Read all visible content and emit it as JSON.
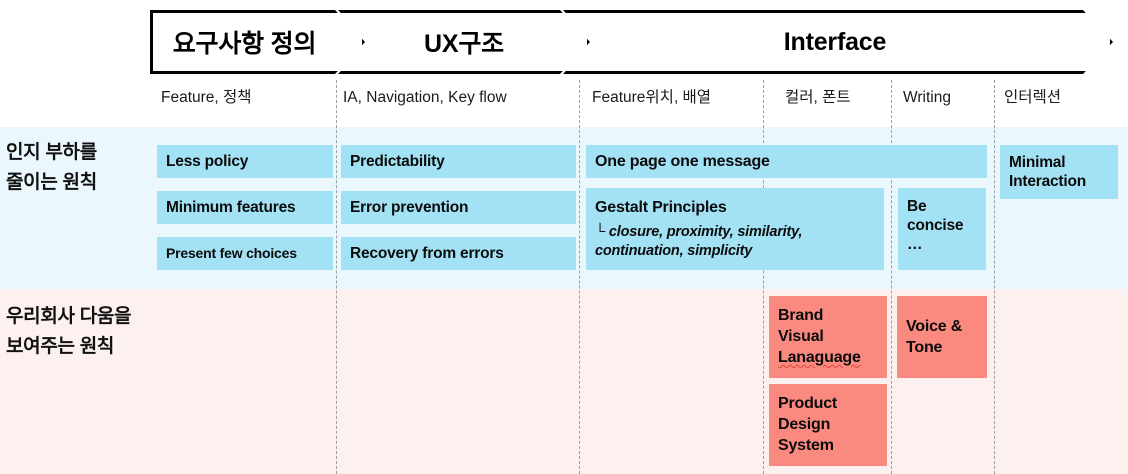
{
  "colors": {
    "blue_card": "#A3E2F5",
    "blue_band": "#EAF7FC",
    "salmon_card": "#FA8A80",
    "pink_band": "#FDF1F0",
    "divider": "#9aa0a6",
    "text": "#0b0b0b"
  },
  "phases": [
    {
      "label": "요구사항 정의"
    },
    {
      "label": "UX구조"
    },
    {
      "label": "Interface"
    }
  ],
  "columns": [
    {
      "label": "Feature, 정책"
    },
    {
      "label": "IA, Navigation, Key flow"
    },
    {
      "label": "Feature위치, 배열"
    },
    {
      "label": "컬러, 폰트"
    },
    {
      "label": "Writing"
    },
    {
      "label": "인터렉션"
    }
  ],
  "rows": [
    {
      "label_line1": "인지 부하를",
      "label_line2": "줄이는 원칙"
    },
    {
      "label_line1": "우리회사 다움을",
      "label_line2": "보여주는 원칙"
    }
  ],
  "cards": {
    "less_policy": "Less policy",
    "minimum_features": "Minimum features",
    "present_few_choices": "Present few choices",
    "predictability": "Predictability",
    "error_prevention": "Error prevention",
    "recovery_from_errors": "Recovery from errors",
    "one_page_one_message": "One page one message",
    "gestalt_title": "Gestalt Principles",
    "gestalt_sub_line1": "└ closure, proximity, similarity,",
    "gestalt_sub_line2": "continuation, simplicity",
    "be_concise_line1": "Be",
    "be_concise_line2": "concise",
    "be_concise_line3": "…",
    "minimal_interaction_line1": "Minimal",
    "minimal_interaction_line2": "Interaction",
    "brand_visual_line1": "Brand",
    "brand_visual_line2": "Visual",
    "brand_visual_line3": "Lanaguage",
    "product_design_line1": "Product",
    "product_design_line2": "Design",
    "product_design_line3": "System",
    "voice_tone_line1": "Voice &",
    "voice_tone_line2": "Tone"
  }
}
